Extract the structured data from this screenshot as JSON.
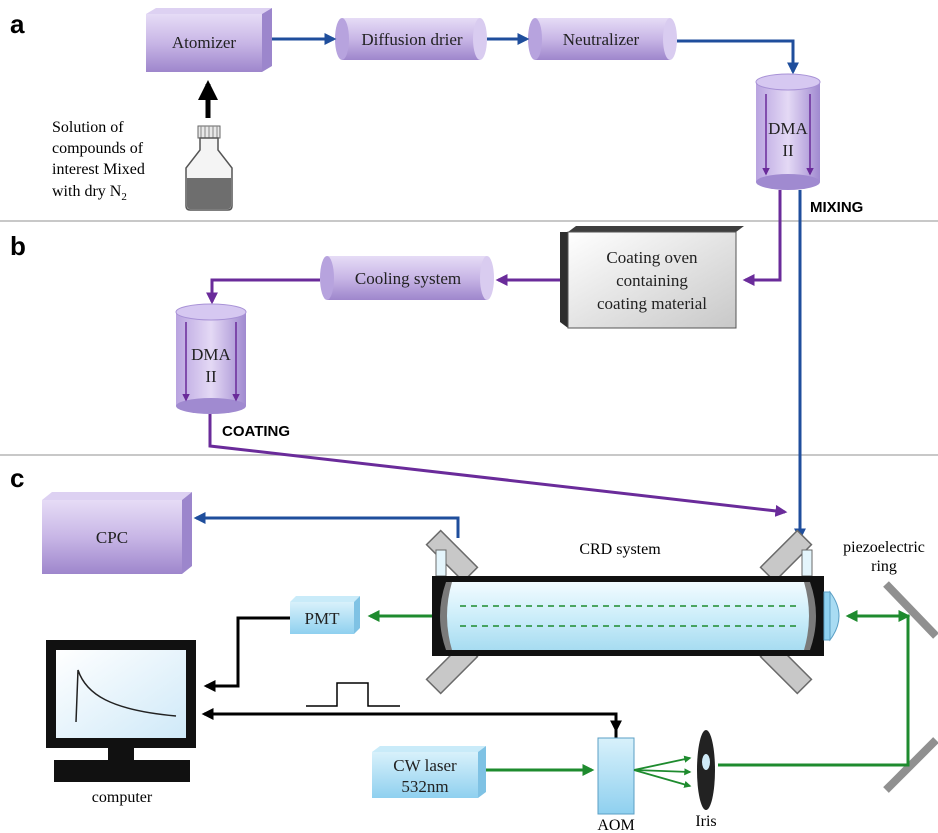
{
  "panels": {
    "a": "a",
    "b": "b",
    "c": "c"
  },
  "panel_a": {
    "atomizer": "Atomizer",
    "diffusion_drier": "Diffusion drier",
    "neutralizer": "Neutralizer",
    "dma_line1": "DMA",
    "dma_line2": "II",
    "mixing": "MIXING",
    "solution_line1": "Solution of",
    "solution_line2": "compounds of",
    "solution_line3": "interest Mixed",
    "solution_line4": "with dry N",
    "solution_sub": "2"
  },
  "panel_b": {
    "cooling_system": "Cooling system",
    "oven_line1": "Coating oven",
    "oven_line2": "containing",
    "oven_line3": "coating material",
    "dma_line1": "DMA",
    "dma_line2": "II",
    "coating": "COATING"
  },
  "panel_c": {
    "cpc": "CPC",
    "crd_system": "CRD system",
    "piezo_line1": "piezoelectric",
    "piezo_line2": "ring",
    "pmt": "PMT",
    "computer": "computer",
    "cw_laser_line1": "CW laser",
    "cw_laser_line2": "532nm",
    "aom": "AOM",
    "iris": "Iris"
  },
  "colors": {
    "aerosol_flow_blue": "#1f4e9c",
    "coating_flow_purple": "#6a2b9a",
    "laser_green": "#1e8b2e",
    "signal_black": "#000000",
    "box_lavender": "#c9b8e6",
    "box_cyan": "#a9dcf3"
  }
}
